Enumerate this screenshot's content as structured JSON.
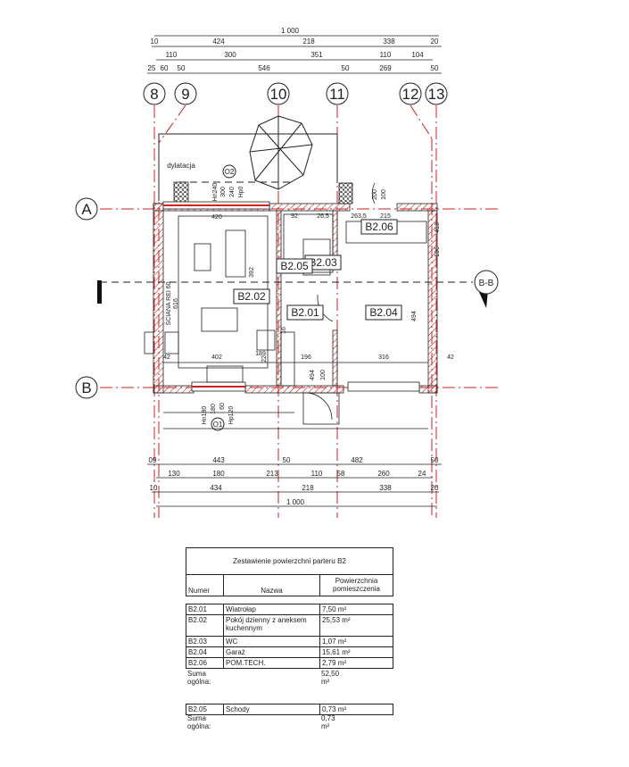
{
  "grid": {
    "axes_x": [
      "8",
      "9",
      "10",
      "11",
      "12",
      "13"
    ],
    "axes_y": [
      "A",
      "B"
    ],
    "section": "B-B"
  },
  "dims": {
    "top_total": "1 000",
    "top_row2": [
      "10",
      "424",
      "218",
      "338",
      "20"
    ],
    "top_row3": [
      "110",
      "300",
      "351",
      "110",
      "104"
    ],
    "top_row4": [
      "25",
      "60",
      "50",
      "546",
      "50",
      "269",
      "50"
    ],
    "bottom_row1": [
      "09",
      "443",
      "50",
      "482",
      "50"
    ],
    "bottom_row2": [
      "130",
      "180",
      "213",
      "110",
      "58",
      "260",
      "24"
    ],
    "bottom_row3": [
      "10",
      "434",
      "218",
      "338",
      "20"
    ],
    "bottom_total": "1 000"
  },
  "plan_labels": {
    "dylatacja": "dylatacja",
    "o2": "O2",
    "o2_dims": [
      "Hn240",
      "300",
      "240",
      "Hp0"
    ],
    "o1": "O1",
    "o1_dims": [
      "Hn180",
      "180",
      "60",
      "Hp120"
    ],
    "wall_note": "ŚCIANA REI 60",
    "wall_616": "616",
    "rooms": [
      "B2.02",
      "B2.01",
      "B2.04",
      "B2.06",
      "B2.03",
      "B2.05"
    ],
    "inner_dims": [
      "420",
      "402",
      "189",
      "22",
      "196",
      "316",
      "42",
      "42",
      "494",
      "100",
      "200",
      "100",
      "215",
      "263,5",
      "26,5",
      "92",
      "418",
      "106",
      "16",
      "42",
      "392"
    ]
  },
  "table": {
    "title": "Zestawienie powierzchni parteru B2",
    "headers": [
      "Numer",
      "Nazwa",
      "Powierzchnia pomieszczenia"
    ],
    "rows": [
      {
        "num": "B2.01",
        "name": "Wiatrołap",
        "area": "7,50 m²"
      },
      {
        "num": "B2.02",
        "name": "Pokój dzienny z aneksem kuchennym",
        "area": "25,53 m²"
      },
      {
        "num": "B2.03",
        "name": "WC",
        "area": "1,07 m²"
      },
      {
        "num": "B2.04",
        "name": "Garaż",
        "area": "15,61 m²"
      },
      {
        "num": "B2.06",
        "name": "POM.TECH.",
        "area": "2,79 m²"
      }
    ],
    "sum_label": "Suma ogólna:",
    "sum": "52,50 m²",
    "rows2": [
      {
        "num": "B2.05",
        "name": "Schody",
        "area": "0,73 m²"
      }
    ],
    "sum2_label": "Suma ogólna:",
    "sum2": "0,73 m²"
  },
  "colors": {
    "axis": "#cc2222",
    "line": "#222222"
  }
}
